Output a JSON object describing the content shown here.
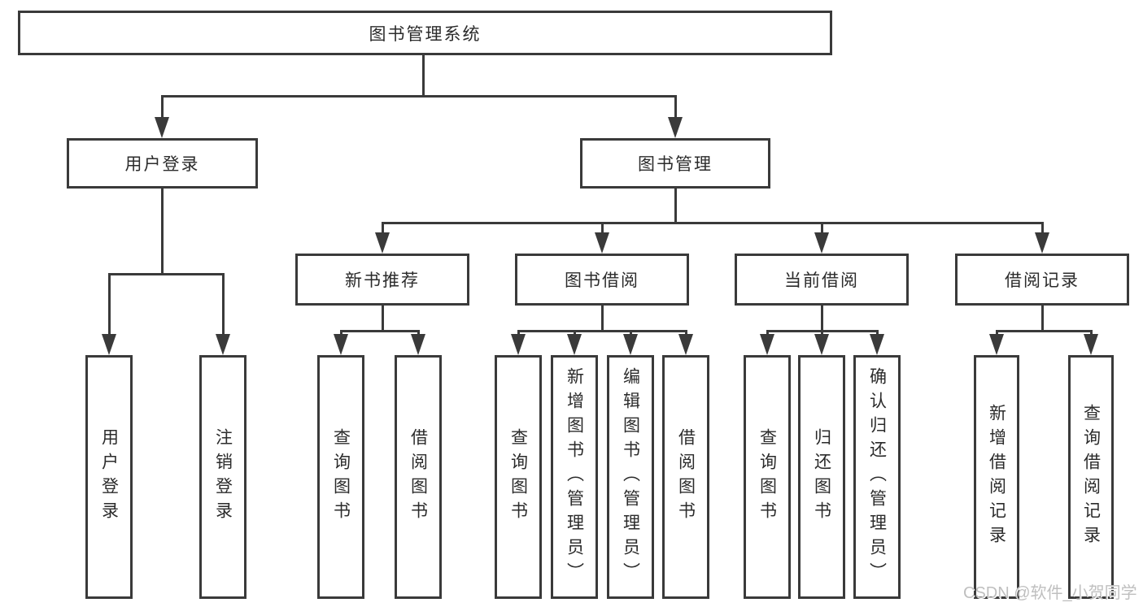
{
  "diagram": {
    "root": {
      "label": "图书管理系统"
    },
    "children": [
      {
        "label": "用户登录",
        "children": [
          {
            "label": "用户登录"
          },
          {
            "label": "注销登录"
          }
        ]
      },
      {
        "label": "图书管理",
        "children": [
          {
            "label": "新书推荐",
            "children": [
              {
                "label": "查询图书"
              },
              {
                "label": "借阅图书"
              }
            ]
          },
          {
            "label": "图书借阅",
            "children": [
              {
                "label": "查询图书"
              },
              {
                "label": "新增图书（管理员）"
              },
              {
                "label": "编辑图书（管理员）"
              },
              {
                "label": "借阅图书"
              }
            ]
          },
          {
            "label": "当前借阅",
            "children": [
              {
                "label": "查询图书"
              },
              {
                "label": "归还图书"
              },
              {
                "label": "确认归还（管理员）"
              }
            ]
          },
          {
            "label": "借阅记录",
            "children": [
              {
                "label": "新增借阅记录"
              },
              {
                "label": "查询借阅记录"
              }
            ]
          }
        ]
      }
    ]
  },
  "watermark": "CSDN @软件_小贺同学",
  "colors": {
    "line": "#3a3a3a",
    "text": "#2b2b2b",
    "box_background": "#ffffff",
    "watermark": "#bfbfbf",
    "background": "#ffffff"
  }
}
